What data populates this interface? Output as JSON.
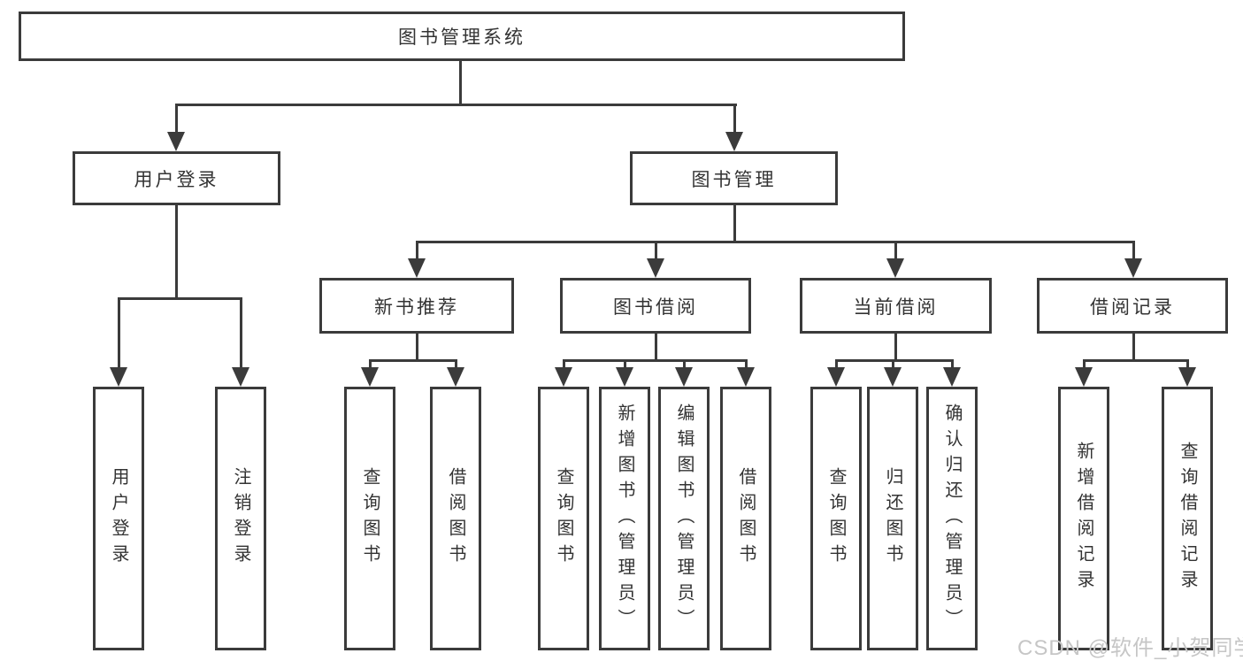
{
  "diagram": {
    "root_label": "图书管理系统",
    "login": {
      "label": "用户登录",
      "children": [
        "用户登录",
        "注销登录"
      ]
    },
    "management": {
      "label": "图书管理",
      "sections": [
        {
          "label": "新书推荐",
          "children": [
            "查询图书",
            "借阅图书"
          ]
        },
        {
          "label": "图书借阅",
          "children": [
            "查询图书",
            "新增图书（管理员）",
            "编辑图书（管理员）",
            "借阅图书"
          ]
        },
        {
          "label": "当前借阅",
          "children": [
            "查询图书",
            "归还图书",
            "确认归还（管理员）"
          ]
        },
        {
          "label": "借阅记录",
          "children": [
            "新增借阅记录",
            "查询借阅记录"
          ]
        }
      ]
    }
  },
  "watermark": "CSDN @软件_小贺同学",
  "colors": {
    "line": "#3b3b3b",
    "text": "#333333",
    "background": "#ffffff",
    "watermark": "#c6c6c6"
  }
}
